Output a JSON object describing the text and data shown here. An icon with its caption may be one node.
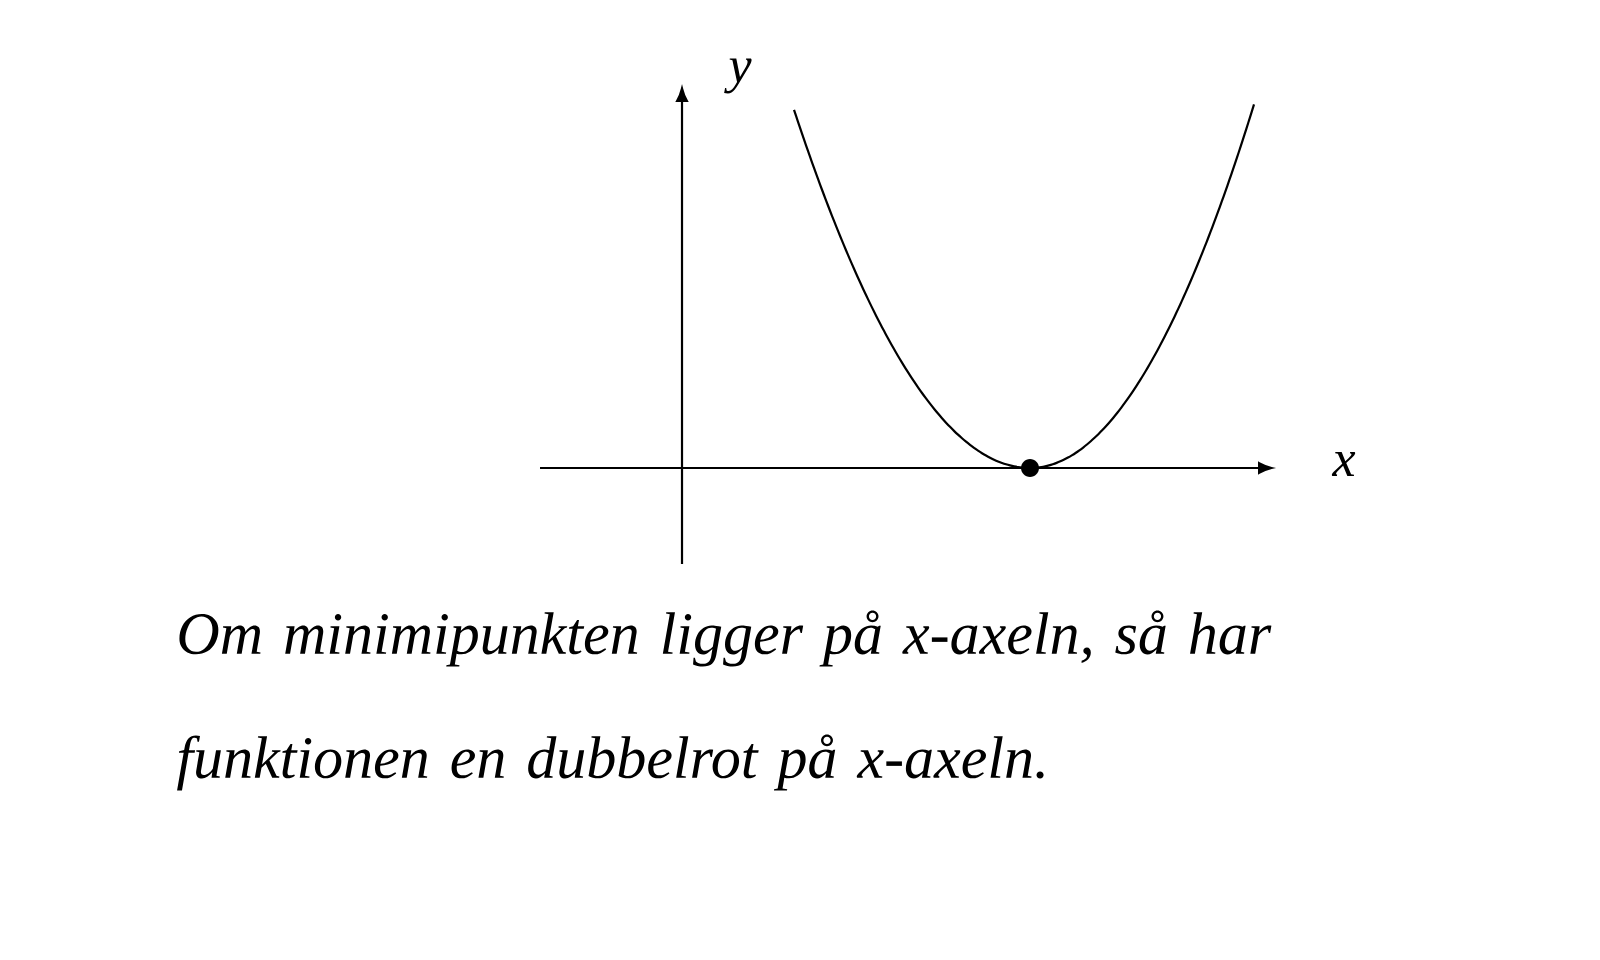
{
  "diagram": {
    "labels": [
      "y",
      "x",
      "Om minimipunkten ligger på x-axeln, så har funktionen en dubbelrot på x-axeln."
    ]
  }
}
